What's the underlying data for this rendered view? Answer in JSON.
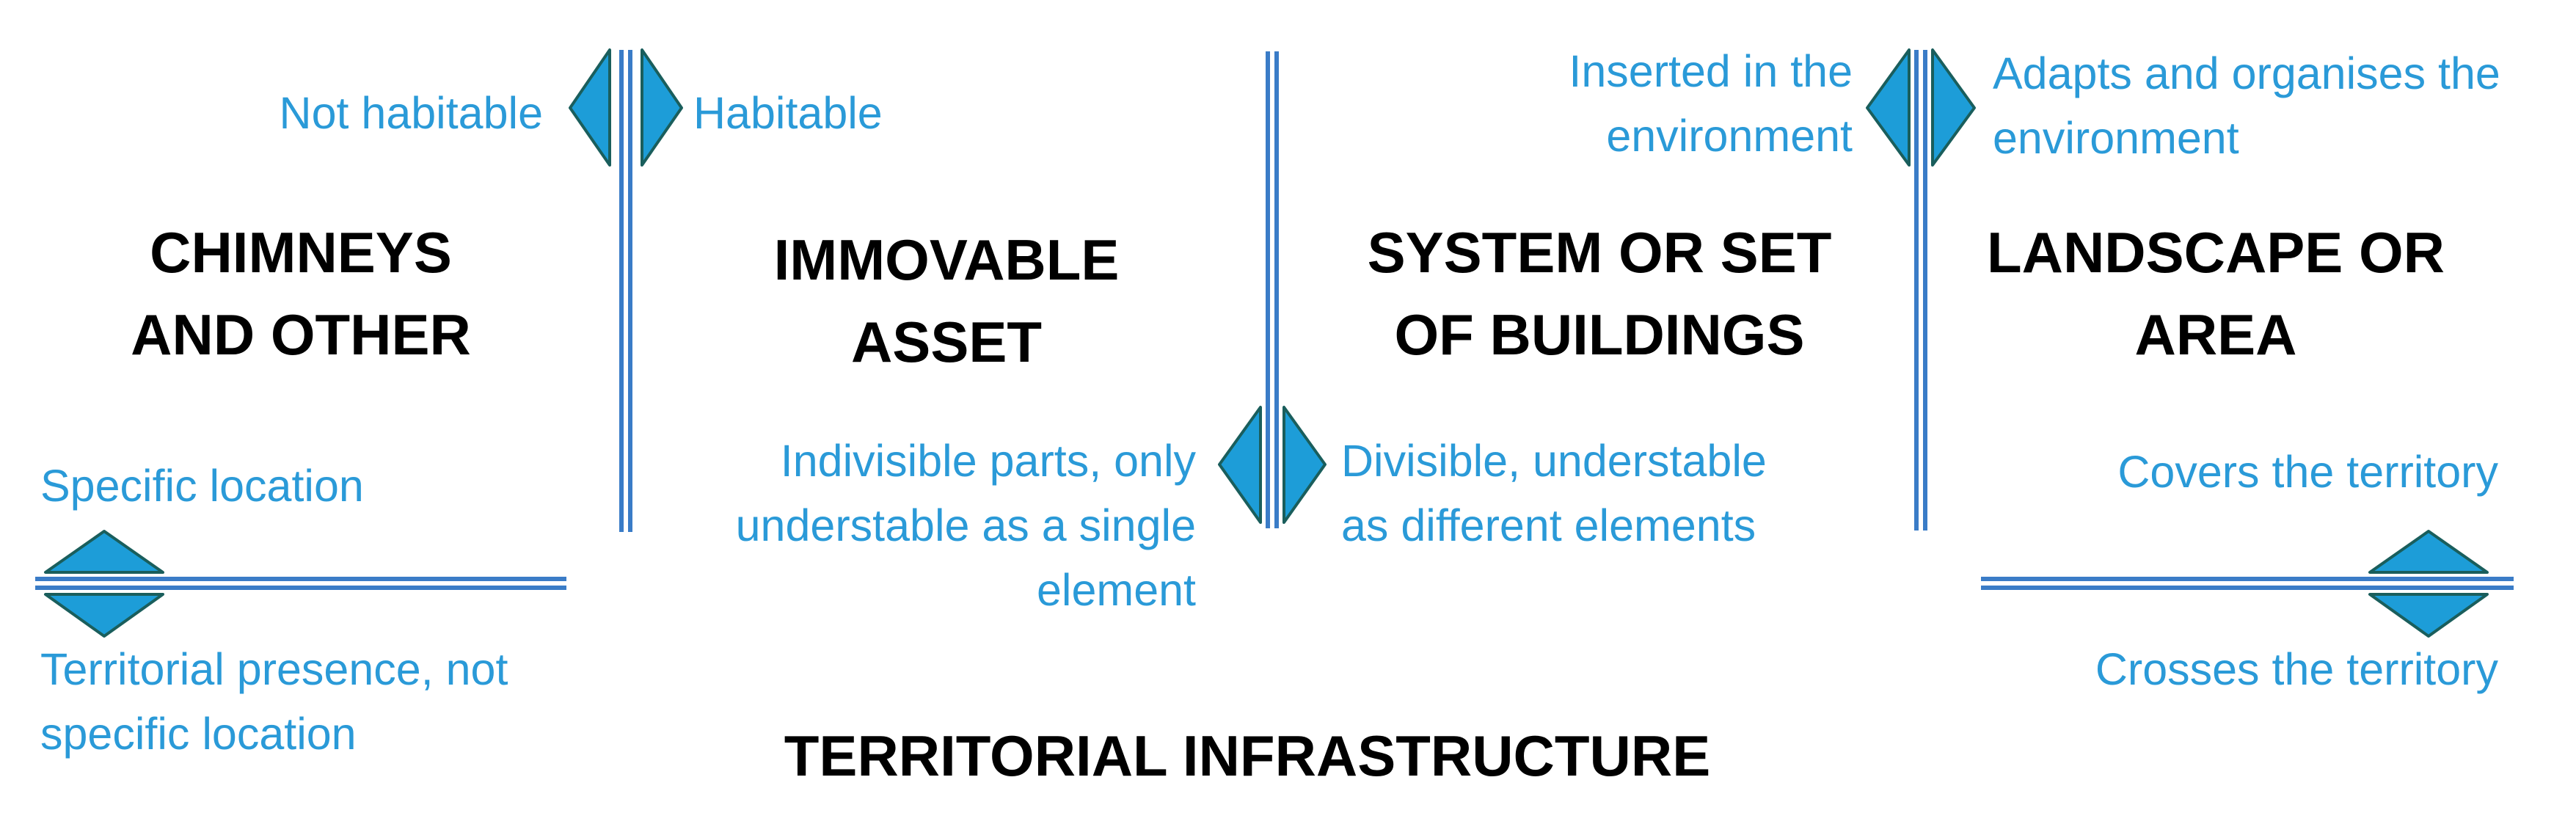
{
  "colors": {
    "accent_fill": "#1d9dd8",
    "accent_stroke": "#1a5e5c",
    "line": "#3a7cc7",
    "label_text": "#2a9ad8",
    "title_text": "#000000"
  },
  "categories": {
    "chimneys": "CHIMNEYS\nAND OTHER",
    "immovable": "IMMOVABLE\nASSET",
    "system": "SYSTEM OR SET\nOF BUILDINGS",
    "landscape": "LANDSCAPE OR\nAREA",
    "territorial": "TERRITORIAL INFRASTRUCTURE"
  },
  "criteria": {
    "habitability": {
      "left": "Not habitable",
      "right": "Habitable"
    },
    "divisibility": {
      "left": "Indivisible parts, only\nunderstable as a single\nelement",
      "right": "Divisible, understable\nas different elements"
    },
    "environment": {
      "left": "Inserted in the\nenvironment",
      "right": "Adapts and organises the\nenvironment"
    },
    "location": {
      "top": "Specific location",
      "bottom": "Territorial presence, not\nspecific location"
    },
    "territory": {
      "top": "Covers the territory",
      "bottom": "Crosses the territory"
    }
  }
}
